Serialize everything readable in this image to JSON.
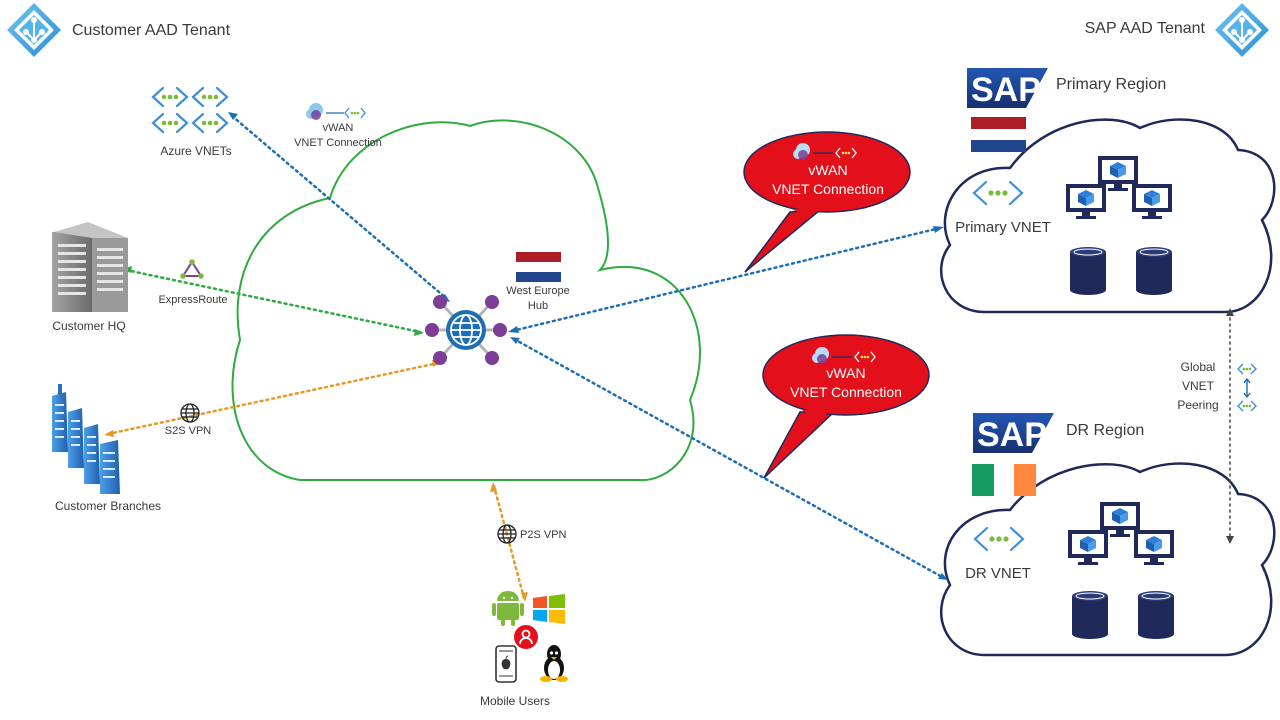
{
  "tenants": {
    "customer": "Customer AAD Tenant",
    "sap": "SAP AAD Tenant"
  },
  "left": {
    "azure_vnets": "Azure VNETs",
    "customer_hq": "Customer HQ",
    "customer_branches": "Customer Branches"
  },
  "hub": {
    "line1": "West Europe",
    "line2": "Hub"
  },
  "links": {
    "vwan_small_line1": "vWAN",
    "vwan_small_line2": "VNET Connection",
    "expressroute": "ExpressRoute",
    "s2s": "S2S VPN",
    "p2s": "P2S VPN"
  },
  "callouts": {
    "top_line1": "vWAN",
    "top_line2": "VNET Connection",
    "bottom_line1": "vWAN",
    "bottom_line2": "VNET Connection"
  },
  "regions": {
    "sap_logo": "SAP",
    "primary": "Primary Region",
    "primary_vnet": "Primary VNET",
    "dr": "DR Region",
    "dr_vnet": "DR VNET"
  },
  "peering": {
    "line1": "Global",
    "line2": "VNET",
    "line3": "Peering"
  },
  "mobile": {
    "label": "Mobile Users"
  },
  "colors": {
    "green_line": "#2eab3e",
    "blue_line": "#1e6eb5",
    "orange_line": "#e39a2b",
    "hub_purple": "#7b3f98",
    "callout_red": "#e3101b",
    "sap_blue": "#1b3a8c",
    "navy": "#1f2a5a"
  }
}
